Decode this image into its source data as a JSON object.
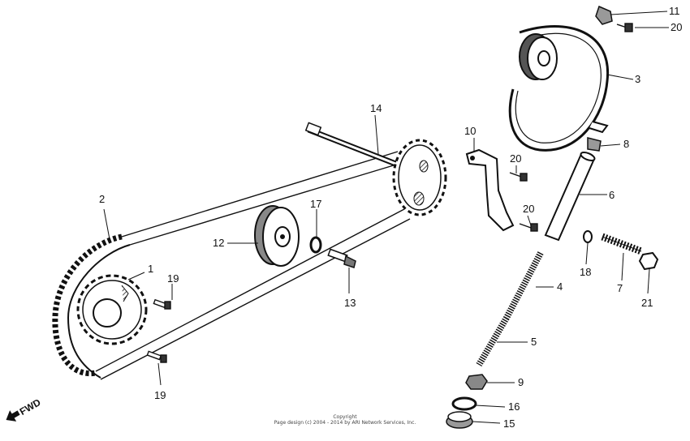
{
  "diagram": {
    "callouts": [
      {
        "id": "p1",
        "label": "1"
      },
      {
        "id": "p2",
        "label": "2"
      },
      {
        "id": "p3",
        "label": "3"
      },
      {
        "id": "p4",
        "label": "4"
      },
      {
        "id": "p5",
        "label": "5"
      },
      {
        "id": "p6",
        "label": "6"
      },
      {
        "id": "p7",
        "label": "7"
      },
      {
        "id": "p8",
        "label": "8"
      },
      {
        "id": "p9",
        "label": "9"
      },
      {
        "id": "p10",
        "label": "10"
      },
      {
        "id": "p11",
        "label": "11"
      },
      {
        "id": "p12",
        "label": "12"
      },
      {
        "id": "p13",
        "label": "13"
      },
      {
        "id": "p14",
        "label": "14"
      },
      {
        "id": "p15",
        "label": "15"
      },
      {
        "id": "p16",
        "label": "16"
      },
      {
        "id": "p17",
        "label": "17"
      },
      {
        "id": "p18",
        "label": "18"
      },
      {
        "id": "p19a",
        "label": "19"
      },
      {
        "id": "p19b",
        "label": "19"
      },
      {
        "id": "p20a",
        "label": "20"
      },
      {
        "id": "p20b",
        "label": "20"
      },
      {
        "id": "p20c",
        "label": "20"
      },
      {
        "id": "p21",
        "label": "21"
      }
    ],
    "direction_label": "FWD",
    "copyright_line1": "Copyright",
    "copyright_line2": "Page design (c) 2004 - 2014 by ARI Network Services, Inc."
  }
}
